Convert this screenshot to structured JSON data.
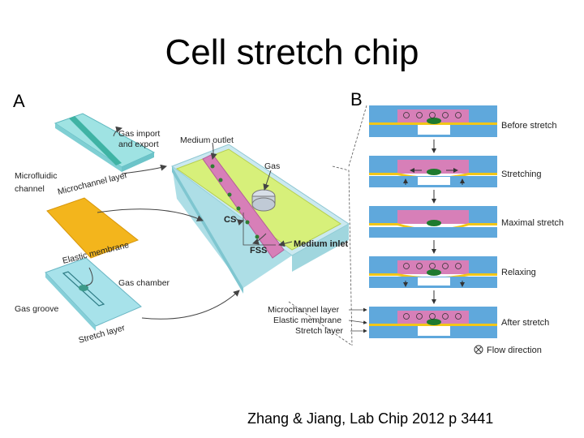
{
  "title": "Cell stretch chip",
  "citation": "Zhang & Jiang, Lab Chip 2012 p 3441",
  "panels": {
    "a": {
      "letter": "A",
      "labels": {
        "gas_import": "Gas import",
        "and_export": "and export",
        "microfluidic": "Microfluidic",
        "channel": "channel",
        "microchannel_layer": "Microchannel layer",
        "elastic_membrane": "Elastic membrane",
        "gas_chamber": "Gas chamber",
        "gas_groove": "Gas groove",
        "stretch_layer": "Stretch layer",
        "medium_outlet": "Medium outlet",
        "gas": "Gas",
        "cs": "CS",
        "fss": "FSS",
        "medium_inlet": "Medium inlet"
      }
    },
    "b": {
      "letter": "B",
      "stages": [
        "Before stretch",
        "Stretching",
        "Maximal stretch",
        "Relaxing",
        "After stretch"
      ],
      "layer_labels": [
        "Microchannel layer",
        "Elastic membrane",
        "Stretch layer"
      ],
      "legend": "Flow direction"
    }
  }
}
